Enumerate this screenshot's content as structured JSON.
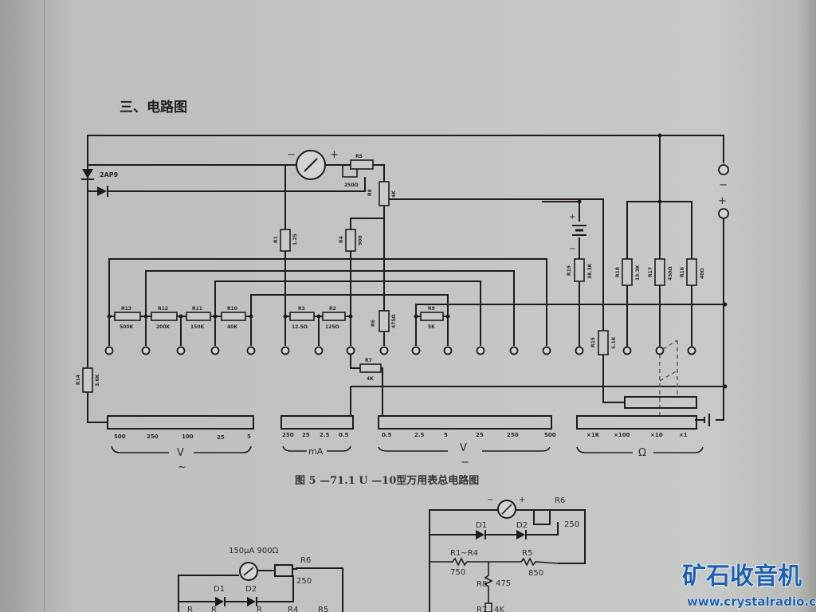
{
  "heading": "三、电路图",
  "caption": "图 5 —71.1   U —10型万用表总电路图",
  "meter": {
    "minus": "−",
    "plus": "+"
  },
  "terminals": {
    "minus": "−",
    "plus": "+"
  },
  "components": {
    "diode": "2AP9",
    "r5": {
      "name": "R5",
      "value": "250Ω"
    },
    "r8": {
      "name": "R8",
      "value": "4K"
    },
    "r1": {
      "name": "R1",
      "value": "1.25"
    },
    "r4": {
      "name": "R4",
      "value": "900"
    },
    "r13": {
      "name": "R13",
      "value": "500K"
    },
    "r12": {
      "name": "R12",
      "value": "200K"
    },
    "r11": {
      "name": "R11",
      "value": "150K"
    },
    "r10": {
      "name": "R10",
      "value": "40K"
    },
    "r3": {
      "name": "R3",
      "value": "12.5Ω"
    },
    "r2": {
      "name": "R2",
      "value": "125Ω"
    },
    "r6": {
      "name": "R6",
      "value": "475Ω"
    },
    "r9": {
      "name": "R9",
      "value": "5K"
    },
    "r7": {
      "name": "R7",
      "value": "4K"
    },
    "r14": {
      "name": "R14",
      "value": "3.6K"
    },
    "r15": {
      "name": "R15",
      "value": "5.1K"
    },
    "r19": {
      "name": "R19",
      "value": "38.3K"
    },
    "r18": {
      "name": "R18",
      "value": "13.3K"
    },
    "r17": {
      "name": "R17",
      "value": "430Ω"
    },
    "r16": {
      "name": "R16",
      "value": "40Ω"
    },
    "battery_plus": "+",
    "battery_minus": "−"
  },
  "ranges": {
    "vac": {
      "label": "V",
      "sub": "~",
      "values": [
        "500",
        "250",
        "100",
        "25",
        "5"
      ]
    },
    "ma": {
      "label": "mA",
      "values": [
        "250",
        "25",
        "2.5",
        "0.5"
      ]
    },
    "vdc": {
      "label": "V",
      "sub": "−",
      "values": [
        "0.5",
        "2.5",
        "5",
        "25",
        "250",
        "500"
      ]
    },
    "ohm": {
      "label": "Ω",
      "values": [
        "×1K",
        "×100",
        "×10",
        "×1"
      ]
    }
  },
  "sub_left": {
    "meter_spec": "150μA 900Ω",
    "r6": "R6",
    "r6_value": "250",
    "d1": "D1",
    "d2": "D2",
    "labels": [
      "R",
      "R",
      "R",
      "R4",
      "R5"
    ]
  },
  "sub_right": {
    "r6": "R6",
    "r6_value": "250",
    "d1": "D1",
    "d2": "D2",
    "r1r4": "R1~R4",
    "r1r4_value": "750",
    "r5": "R5",
    "r5_value": "850",
    "r8": "R8",
    "r8_value": "475",
    "r7": "R7",
    "r7_value": "4K",
    "minus": "−",
    "plus": "+"
  },
  "watermark": {
    "title": "矿石收音机",
    "url": "www.crystalradio.cn"
  }
}
